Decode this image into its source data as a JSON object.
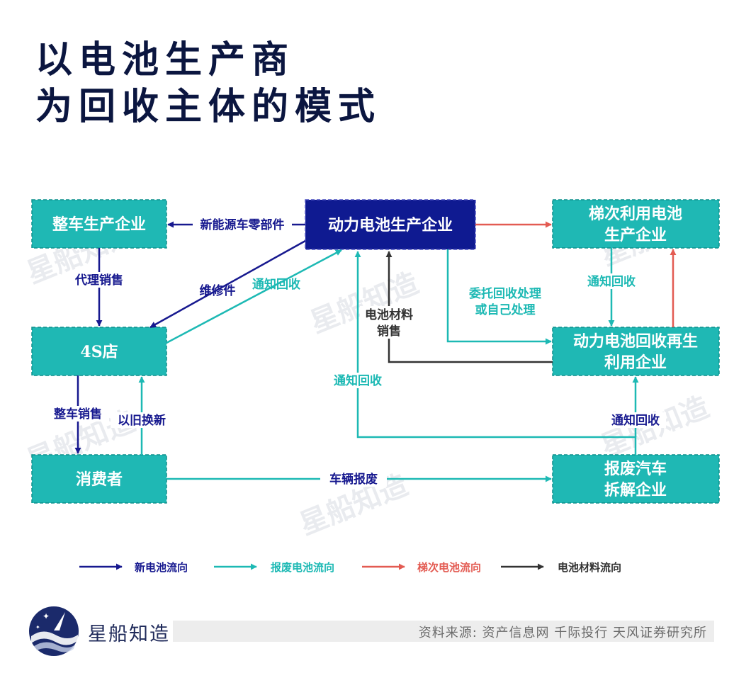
{
  "title": {
    "line1": "以电池生产商",
    "line2": "为回收主体的模式"
  },
  "colors": {
    "node_teal": "#1fb8b4",
    "node_navy": "#0f1a91",
    "new_battery_flow": "#17198f",
    "scrap_battery_flow": "#1db9b4",
    "cascade_battery_flow": "#e35b52",
    "material_flow": "#333333"
  },
  "nodes": {
    "oem": "整车生产企业",
    "battery_maker": "动力电池生产企业",
    "cascade_maker_line1": "梯次利用电池",
    "cascade_maker_line2": "生产企业",
    "shop_4s": "4S店",
    "recycler_line1": "动力电池回收再生",
    "recycler_line2": "利用企业",
    "consumer": "消费者",
    "dismantler_line1": "报废汽车",
    "dismantler_line2": "拆解企业"
  },
  "edges": {
    "new_energy_parts": "新能源车零部件",
    "agent_sales": "代理销售",
    "repair_parts": "维修件",
    "notify_recycle_4s": "通知回收",
    "material_sales_line1": "电池材料",
    "material_sales_line2": "销售",
    "entrust_line1": "委托回收处理",
    "entrust_line2": "或自己处理",
    "notify_recycle_cascade": "通知回收",
    "notify_recycle_consumer": "通知回收",
    "notify_recycle_dismantler": "通知回收",
    "vehicle_sales": "整车销售",
    "trade_in": "以旧换新",
    "vehicle_scrap": "车辆报废"
  },
  "legend": [
    {
      "label": "新电池流向",
      "color": "#17198f"
    },
    {
      "label": "报废电池流向",
      "color": "#1db9b4"
    },
    {
      "label": "梯次电池流向",
      "color": "#e35b52"
    },
    {
      "label": "电池材料流向",
      "color": "#333333"
    }
  ],
  "watermark": "星船知造",
  "footer": {
    "brand": "星船知造",
    "source": "资料来源: 资产信息网 千际投行 天风证券研究所"
  }
}
